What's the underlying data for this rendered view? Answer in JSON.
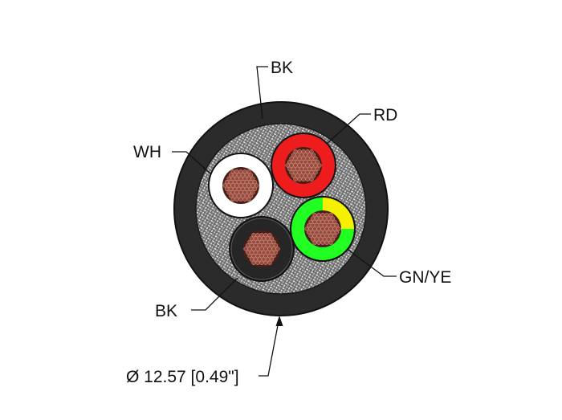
{
  "labels": {
    "jacket": "BK",
    "conductor_red": "RD",
    "conductor_white": "WH",
    "conductor_green_yellow": "GN/YE",
    "conductor_black": "BK",
    "diameter": "Ø 12.57 [0.49\"]"
  },
  "colors": {
    "jacket": "#2b2b2b",
    "jacket_outline": "#111111",
    "shield": "#8c8c8c",
    "red": "#ee1c1c",
    "white": "#ffffff",
    "green": "#22ff22",
    "yellow": "#f4f000",
    "black_insulation": "#262626",
    "copper": "#9a4a3c"
  }
}
